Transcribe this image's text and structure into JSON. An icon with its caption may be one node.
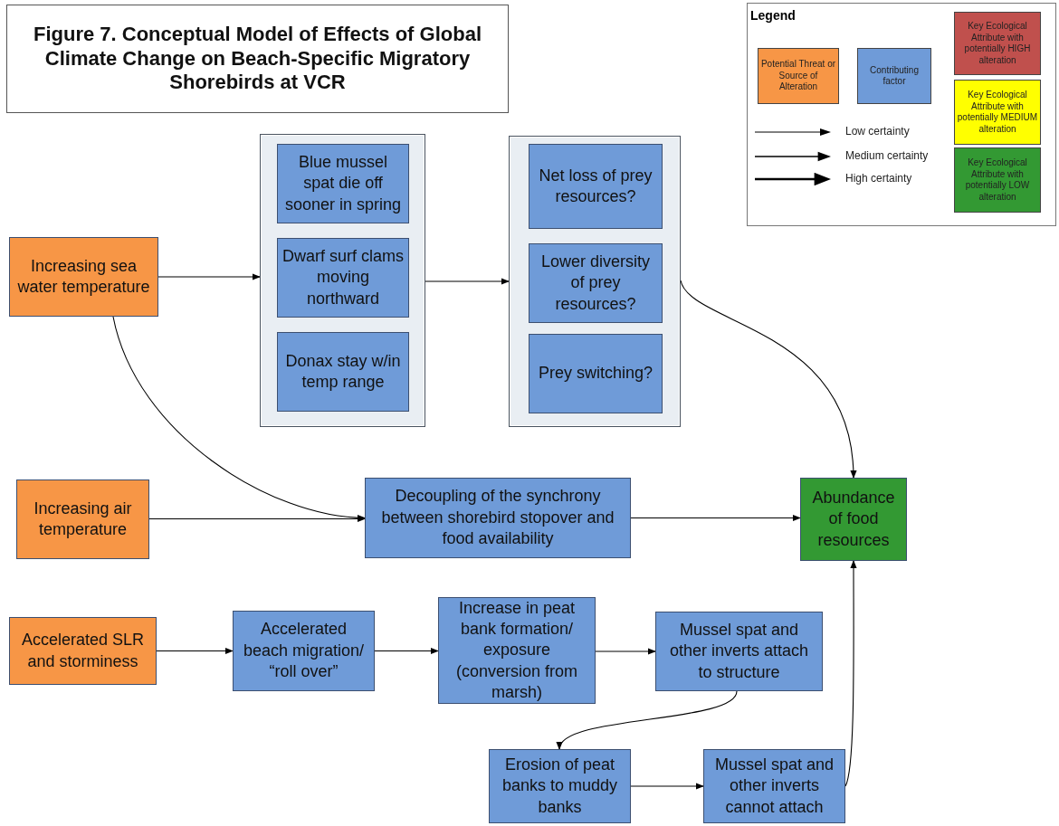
{
  "diagram": {
    "title": "Figure 7.  Conceptual Model of Effects of Global Climate Change on Beach-Specific Migratory Shorebirds at VCR",
    "nodes": [
      {
        "text": [
          "Increasing sea water temperature"
        ]
      },
      {
        "text": [],
        "shape": "box"
      },
      {
        "text": [
          "Blue mussel spat die off sooner in spring"
        ],
        "in": 1
      },
      {
        "text": [
          "Dwarf surf clams moving northward"
        ],
        "in": 1
      },
      {
        "text": [
          "Donax stay w/in temp range"
        ],
        "in": 1
      },
      {
        "text": [],
        "shape": "box"
      },
      {
        "text": [
          "Net loss of prey resources?"
        ],
        "in": 5
      },
      {
        "text": [
          "Lower diversity of prey resources?"
        ],
        "in": 5
      },
      {
        "text": [
          "Prey switching?"
        ],
        "in": 5
      },
      {
        "text": [
          "Increasing air temperature"
        ]
      },
      {
        "text": [
          "Decoupling of the synchrony between shorebird stopover  and food availability"
        ]
      },
      {
        "text": [
          "Abundance of food resources"
        ]
      },
      {
        "text": [
          "Accelerated SLR and storminess"
        ]
      },
      {
        "text": [
          "Accelerated beach migration/ “roll over”"
        ]
      },
      {
        "text": [
          "Increase in peat bank formation/ exposure (conversion from marsh)"
        ]
      },
      {
        "text": [
          "Mussel spat and other inverts attach to structure"
        ]
      },
      {
        "text": [
          "Erosion of peat banks to muddy banks"
        ]
      },
      {
        "text": [
          "Mussel spat and other inverts cannot attach"
        ]
      }
    ],
    "edges": [
      {
        "from": 0,
        "to": 1,
        "arrow": "to"
      },
      {
        "from": 1,
        "to": 5,
        "arrow": "to"
      },
      {
        "from": 5,
        "to": 11,
        "arrow": "to"
      },
      {
        "from": 0,
        "to": 10,
        "arrow": "to"
      },
      {
        "from": 9,
        "to": 10,
        "arrow": "to"
      },
      {
        "from": 10,
        "to": 11,
        "arrow": "to"
      },
      {
        "from": 12,
        "to": 13,
        "arrow": "to"
      },
      {
        "from": 13,
        "to": 14,
        "arrow": "to"
      },
      {
        "from": 14,
        "to": 15,
        "arrow": "to"
      },
      {
        "from": 15,
        "to": 16,
        "arrow": "to"
      },
      {
        "from": 16,
        "to": 17,
        "arrow": "to"
      },
      {
        "from": 17,
        "to": 11,
        "arrow": "to"
      }
    ],
    "labels": [
      "Legend"
    ],
    "legend": [
      {
        "text": "Potential Threat or Source of Alteration",
        "color": "#f79646"
      },
      {
        "text": "Contributing factor",
        "color": "#6f9bd8"
      },
      {
        "text": "Low certainty"
      },
      {
        "text": "Medium  certainty"
      },
      {
        "text": "High certainty"
      },
      {
        "text": "Key Ecological Attribute with potentially HIGH alteration",
        "color": "#c0504d"
      },
      {
        "text": "Key Ecological Attribute with potentially MEDIUM alteration",
        "color": "#ffff00"
      },
      {
        "text": "Key Ecological Attribute with potentially LOW alteration",
        "color": "#339933"
      }
    ]
  }
}
